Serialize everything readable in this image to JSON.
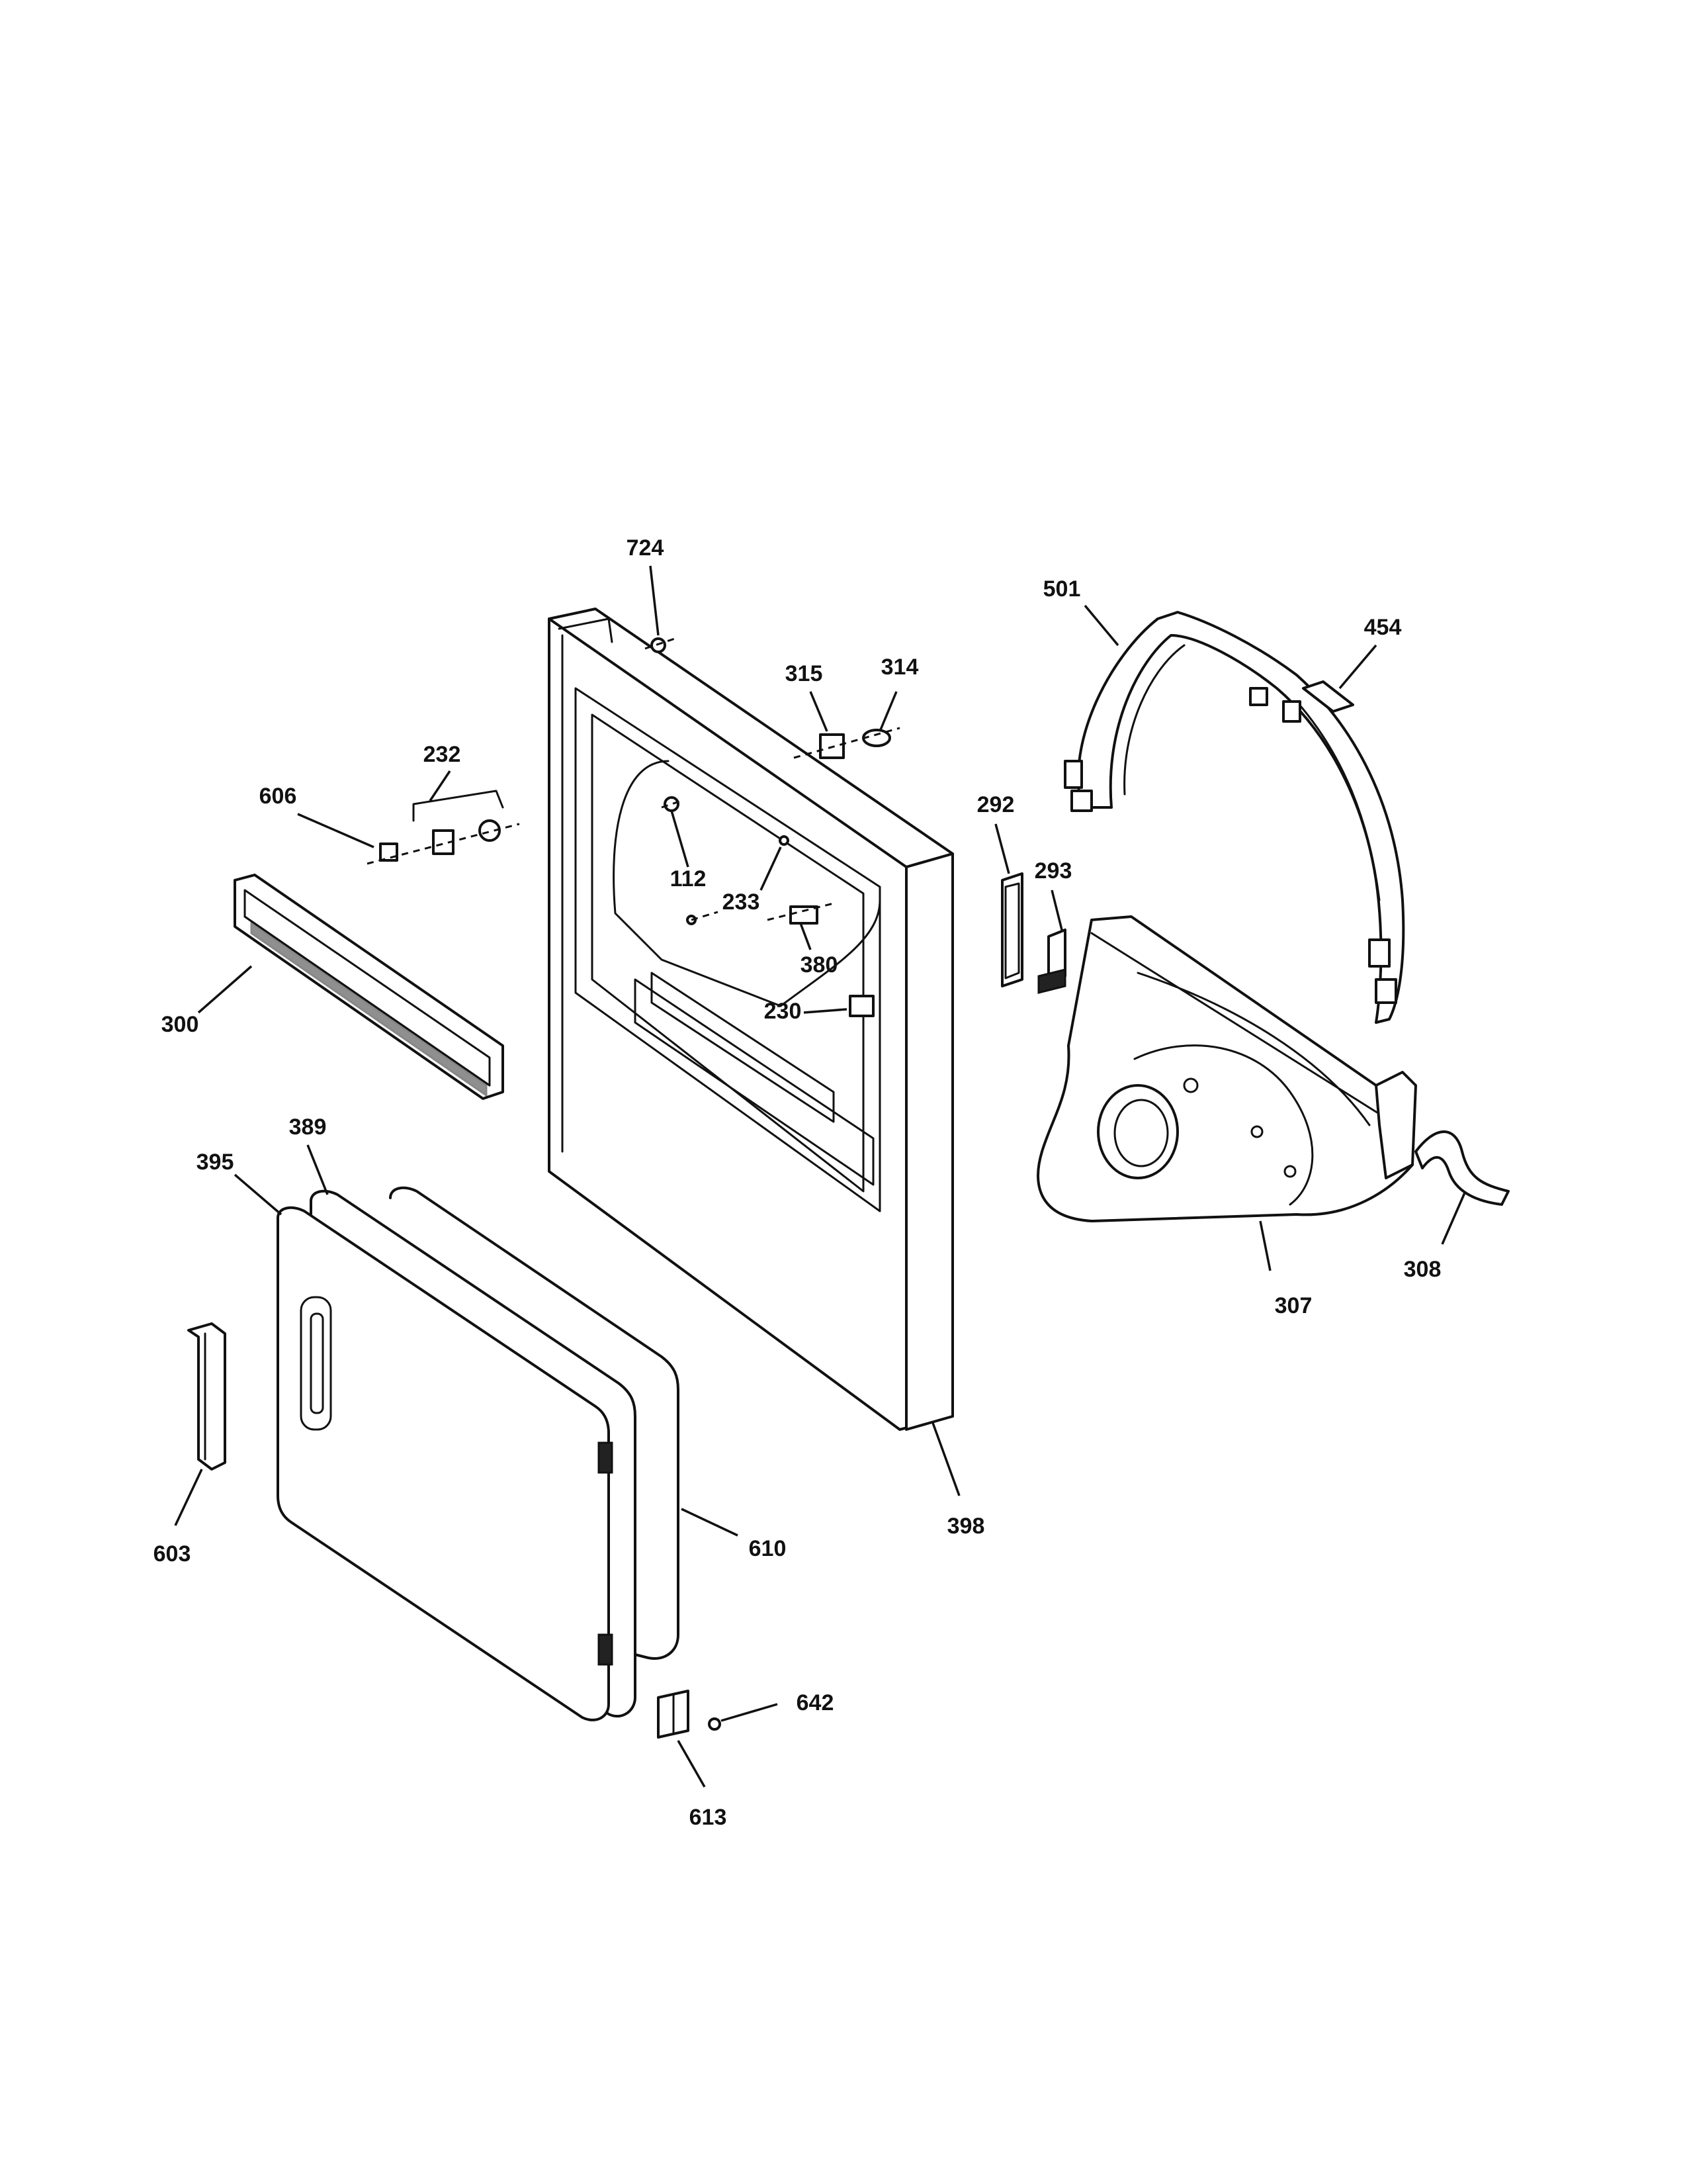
{
  "part_labels": {
    "p724": "724",
    "p501": "501",
    "p454": "454",
    "p315": "315",
    "p314": "314",
    "p232": "232",
    "p606": "606",
    "p292": "292",
    "p293": "293",
    "p112": "112",
    "p233": "233",
    "p380": "380",
    "p230": "230",
    "p300": "300",
    "p389": "389",
    "p395": "395",
    "p307": "307",
    "p308": "308",
    "p603": "603",
    "p610": "610",
    "p398": "398",
    "p642": "642",
    "p613": "613"
  },
  "colors": {
    "line": "#111111",
    "background": "#ffffff"
  }
}
